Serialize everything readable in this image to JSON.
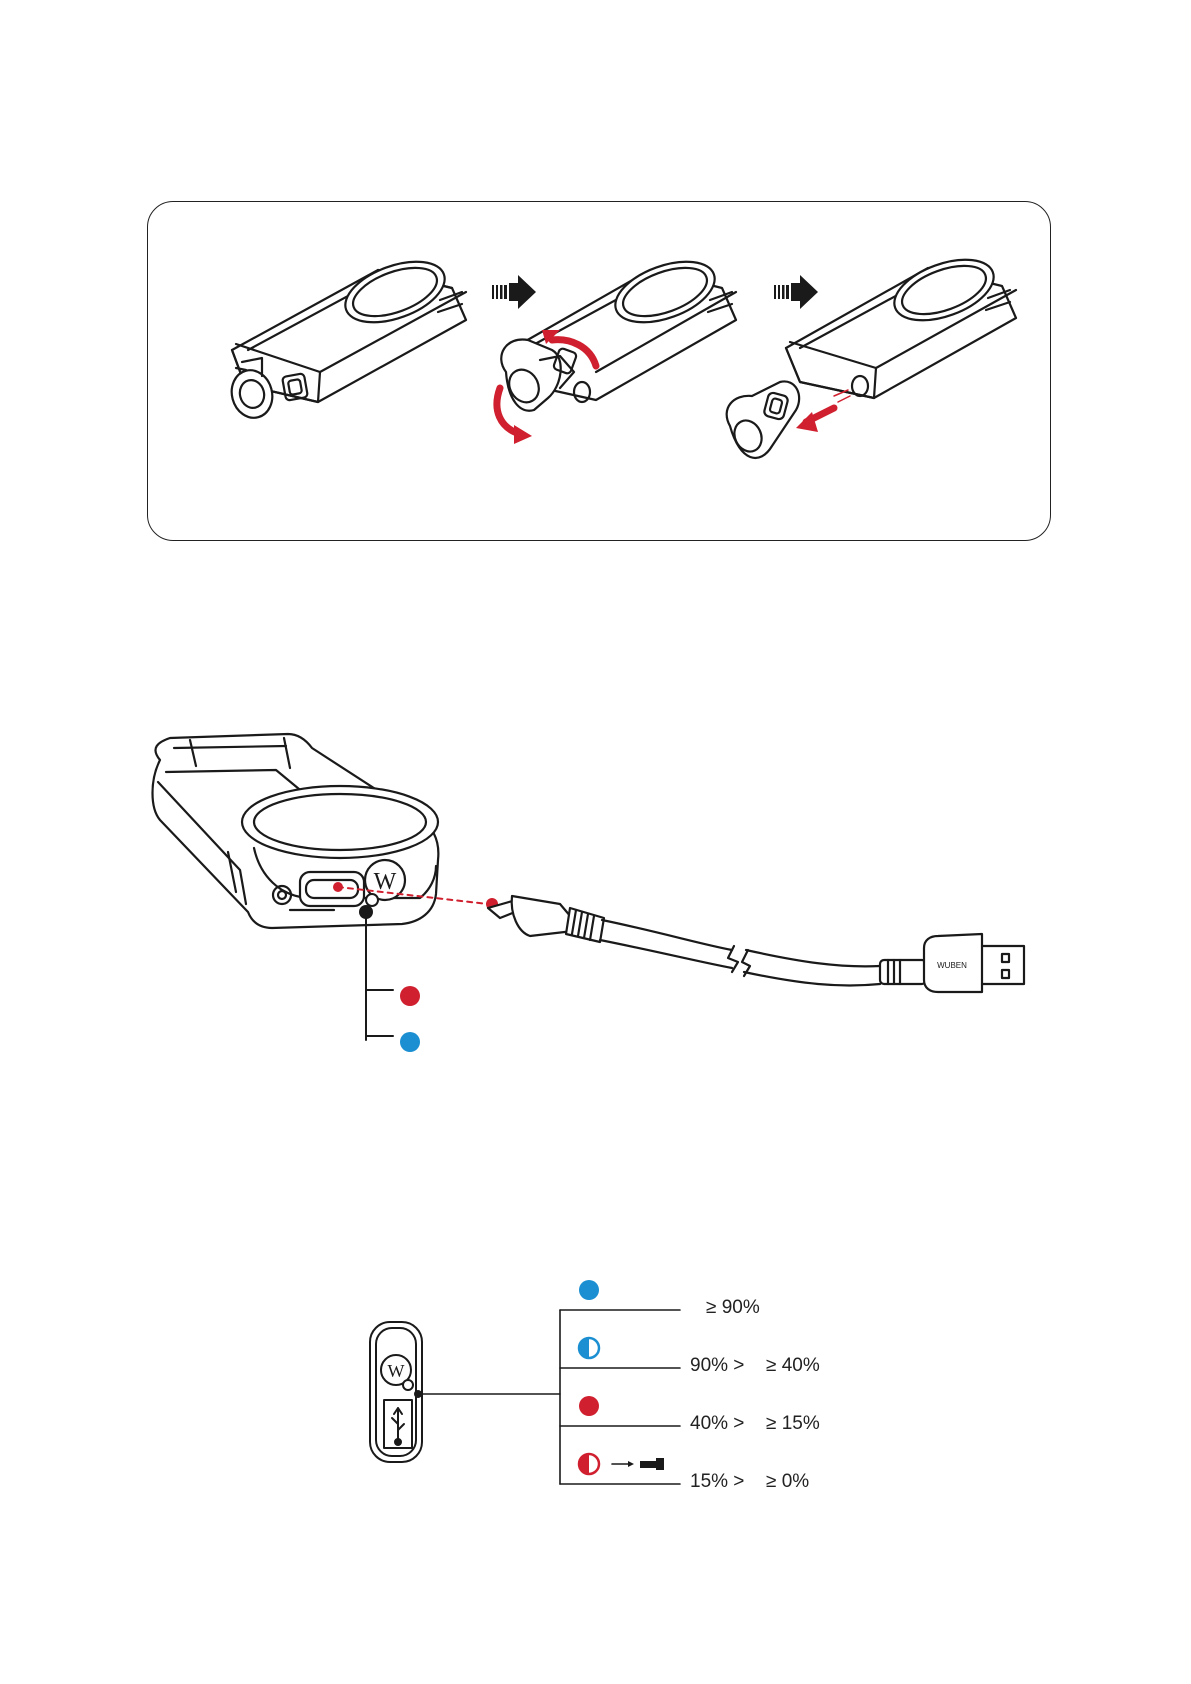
{
  "removal_steps": {
    "step_count": 3,
    "accent_color": "#d01f2e",
    "icons": [
      "arrow-right-icon",
      "rotate-icon",
      "pull-out-icon"
    ]
  },
  "charging": {
    "port_letter": "W",
    "cable_brand": "WUBEN",
    "indicators": [
      {
        "icon": "red-dot-icon",
        "color": "#d01f2e"
      },
      {
        "icon": "blue-dot-icon",
        "color": "#1b8fd1"
      }
    ]
  },
  "battery_levels": {
    "port_letter": "W",
    "levels": [
      {
        "icon": "blue-solid-icon",
        "color": "#1b8fd1",
        "style": "solid",
        "upper": "",
        "lower": "≥ 90%"
      },
      {
        "icon": "blue-half-icon",
        "color": "#1b8fd1",
        "style": "half",
        "upper": "90% >",
        "lower": "≥ 40%"
      },
      {
        "icon": "red-solid-icon",
        "color": "#d01f2e",
        "style": "solid",
        "upper": "40% >",
        "lower": "≥ 15%"
      },
      {
        "icon": "red-half-icon",
        "color": "#d01f2e",
        "style": "half",
        "upper": "15% >",
        "lower": "≥ 0%"
      }
    ]
  }
}
